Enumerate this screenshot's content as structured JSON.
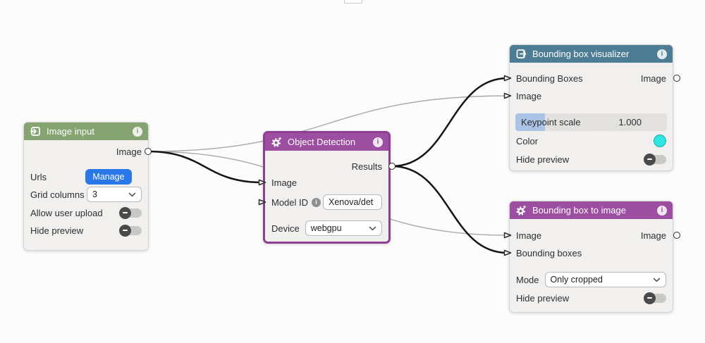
{
  "ui": {
    "info_glyph": "i",
    "colors": {
      "canvas_bg": "#fcfcfc",
      "node_bg": "#f1f0ef",
      "green_header": "#85a471",
      "purple_header": "#9c4fa0",
      "teal_header": "#4d7d95",
      "selected_border": "#8d3f92",
      "button_blue": "#2a77e8",
      "cyan_swatch": "#2fe5e4",
      "slider_fill": "#abc3e6",
      "edge_black": "#151515",
      "edge_gray": "#a9a9a9"
    }
  },
  "nodes": {
    "image_input": {
      "title": "Image input",
      "header_color": "#85a471",
      "output_label": "Image",
      "urls_label": "Urls",
      "manage_button": "Manage",
      "grid_label": "Grid columns",
      "grid_value": "3",
      "upload_label": "Allow user upload",
      "upload_state": "off",
      "hide_label": "Hide preview",
      "hide_state": "off"
    },
    "object_detection": {
      "title": "Object Detection",
      "header_color": "#9c4fa0",
      "selected": true,
      "results_label": "Results",
      "image_label": "Image",
      "model_label": "Model ID",
      "model_value": "Xenova/det",
      "device_label": "Device",
      "device_value": "webgpu"
    },
    "bbox_visualizer": {
      "title": "Bounding box visualizer",
      "header_color": "#4d7d95",
      "in_boxes_label": "Bounding Boxes",
      "in_image_label": "Image",
      "out_image_label": "Image",
      "keypoint_label": "Keypoint scale",
      "keypoint_value": "1.000",
      "color_label": "Color",
      "color_value": "#2fe5e4",
      "hide_label": "Hide preview",
      "hide_state": "off"
    },
    "bbox_to_image": {
      "title": "Bounding box to image",
      "header_color": "#9c4fa0",
      "in_image_label": "Image",
      "out_image_label": "Image",
      "in_boxes_label": "Bounding boxes",
      "mode_label": "Mode",
      "mode_value": "Only cropped",
      "hide_label": "Hide preview",
      "hide_state": "off"
    }
  },
  "edges": [
    {
      "from": "Image input / Image",
      "to": "Bounding box visualizer / Image",
      "highlighted": false
    },
    {
      "from": "Image input / Image",
      "to": "Bounding box to image / Image",
      "highlighted": false
    },
    {
      "from": "Image input / Image",
      "to": "Object Detection / Image",
      "highlighted": true
    },
    {
      "from": "Object Detection / Results",
      "to": "Bounding box visualizer / Bounding Boxes",
      "highlighted": true
    },
    {
      "from": "Object Detection / Results",
      "to": "Bounding box to image / Bounding boxes",
      "highlighted": true
    }
  ]
}
